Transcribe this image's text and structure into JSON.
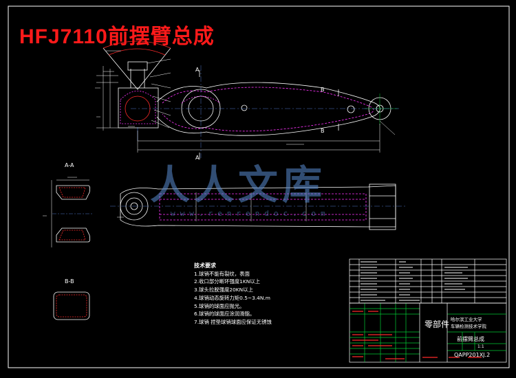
{
  "title": "HFJ7110前摆臂总成",
  "section_labels": {
    "aa": "A-A",
    "bb": "B-B",
    "a_top": "A",
    "a_bottom": "A",
    "b_right": "B",
    "b_right2": "B"
  },
  "notes": {
    "heading": "技术要求",
    "items": [
      "1.球销不能有裂纹，表面",
      "2.收口部分断环强度1KN以上",
      "3.球头拉脱强度20KN以上",
      "4.球销动态旋转力矩0.5~3.4N.m",
      "5.球销的球面应抛光。",
      "6.球销的球面应涂润滑脂。",
      "7.球销 捏垫球销球面应保证无锈蚀"
    ]
  },
  "title_block": {
    "part_type": "零部件",
    "school": "哈尔滨工业大学",
    "school2": "车辆检测技术学院",
    "part_name": "前摆臂总成",
    "drawing_no": "QAPP201XJ.2",
    "scale": "1:1"
  },
  "colors": {
    "background": "#000000",
    "title": "#ff1a1a",
    "outline": "#ffffff",
    "magenta": "#ff33ff",
    "red": "#ff2a2a",
    "green": "#00cc33",
    "blue_line": "#6699ff",
    "watermark": "#5a8cd2"
  },
  "watermark": {
    "text": "人人文库",
    "url": "www.renrendoc.com"
  }
}
